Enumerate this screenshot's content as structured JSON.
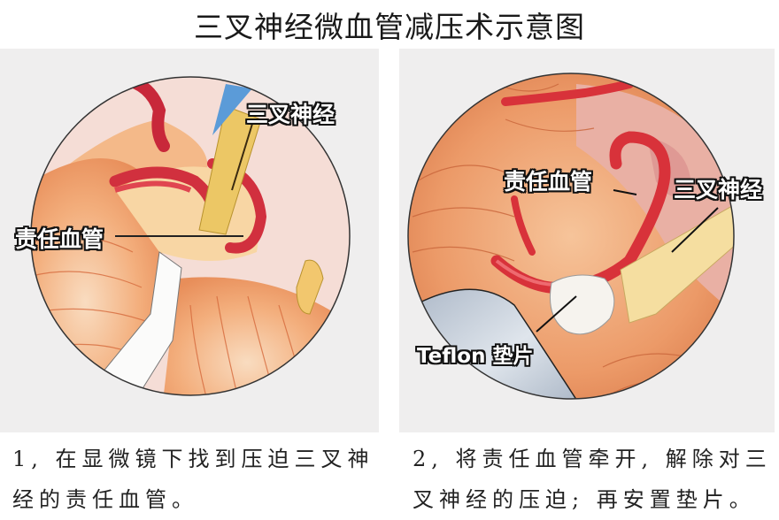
{
  "title": "三叉神经微血管减压术示意图",
  "colors": {
    "panel_bg": "#efeeee",
    "tissue": "#f0a270",
    "tissue_light": "#f7d0a8",
    "vessel": "#d8323a",
    "nerve": "#f0d080",
    "teflon": "#f4f1ec",
    "retractor": "#b9c4d2",
    "instrument_blue": "#5b9bd8",
    "label_text": "#ffffff",
    "label_outline": "#111111"
  },
  "panels": [
    {
      "step": 1,
      "labels": {
        "nerve": "三叉神经",
        "vessel": "责任血管"
      },
      "caption_line1": "1, 在显微镜下找到压迫三叉神",
      "caption_line2": "经的责任血管。"
    },
    {
      "step": 2,
      "labels": {
        "vessel": "责任血管",
        "nerve": "三叉神经",
        "teflon": "Teflon 垫片"
      },
      "caption_line1": "2, 将责任血管牵开, 解除对三",
      "caption_line2": "叉神经的压迫; 再安置垫片。"
    }
  ]
}
